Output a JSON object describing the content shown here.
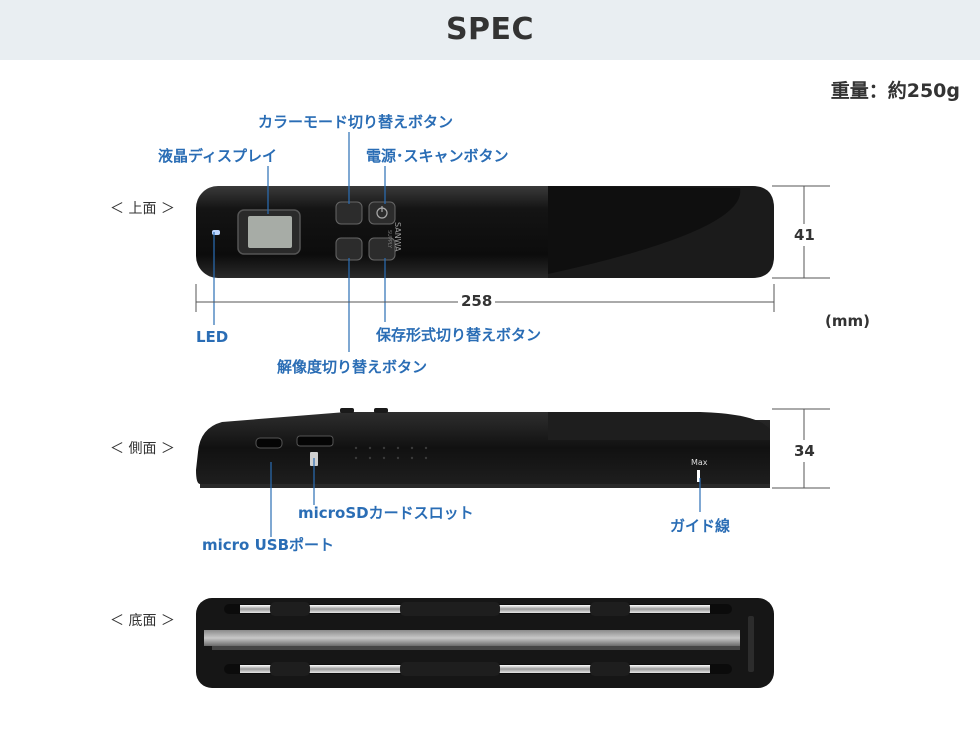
{
  "header": {
    "title": "SPEC"
  },
  "weight": "重量：約250g",
  "units": "(mm)",
  "views": {
    "top": "＜ 上面 ＞",
    "side": "＜ 側面 ＞",
    "bottom": "＜ 底面 ＞"
  },
  "dimensions": {
    "length": "258",
    "top_height": "41",
    "side_height": "34"
  },
  "callouts": {
    "color_mode": "カラーモード切り替えボタン",
    "lcd": "液晶ディスプレイ",
    "power_scan": "電源･スキャンボタン",
    "led": "LED",
    "resolution": "解像度切り替えボタン",
    "format": "保存形式切り替えボタン",
    "microsd": "microSDカードスロット",
    "usb": "micro USBポート",
    "guide": "ガイド線"
  },
  "device_marks": {
    "brand": "SANWA",
    "brand_sub": "SUPPLY",
    "max": "Max"
  },
  "colors": {
    "accent": "#2a6db5",
    "header_bg": "#e9eef2",
    "device": "#151515"
  }
}
